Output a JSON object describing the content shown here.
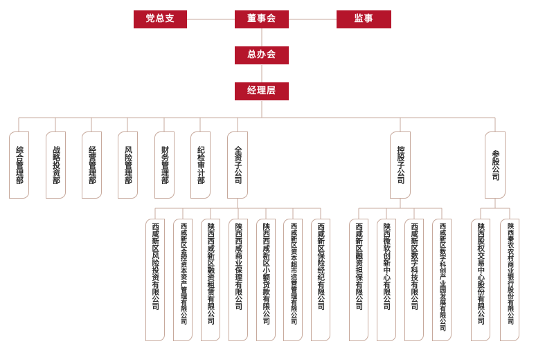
{
  "top": {
    "party": "党总支",
    "board": "董事会",
    "supervisor": "监事",
    "office": "总办会",
    "management": "经理层"
  },
  "departments": [
    "综合管理部",
    "战略投资部",
    "经营管理部",
    "风险管理部",
    "财务管理部",
    "纪检审计部"
  ],
  "groups": [
    {
      "label": "全资子公司",
      "companies": [
        "西咸新区风险投资有限公司",
        "西咸新区金控资本资产管理有限公司",
        "陕西西咸新区融资租赁有限公司",
        "陕西西咸商业保理有限公司",
        "陕西西咸新区小额贷款有限公司",
        "西咸新区资本超市运营管理有限公司",
        "西咸新区保险经纪有限公司"
      ]
    },
    {
      "label": "控股子公司",
      "companies": [
        "西咸新区融资担保有限公司",
        "陕西微软创新中心有限公司",
        "西咸新区数字科技有限公司",
        "西咸新区数字科创产业园发展有限公司"
      ]
    },
    {
      "label": "参股公司",
      "companies": [
        "陕西股权交易中心股份有限公司",
        "陕西秦农农村商业银行股份有限公司"
      ]
    }
  ],
  "colors": {
    "accent": "#b5152b",
    "line": "#c7a99c",
    "text": "#2b2b2b"
  }
}
